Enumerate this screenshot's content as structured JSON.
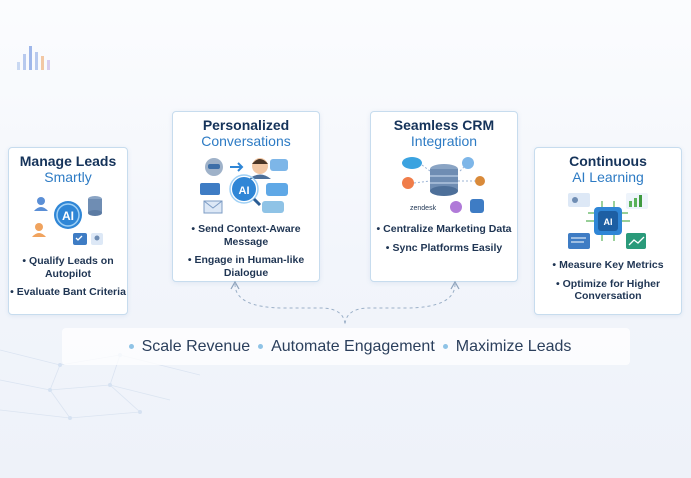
{
  "cards": [
    {
      "title": "Manage Leads",
      "subtitle": "Smartly",
      "icon": "lead-management-icon",
      "bullets": [
        "Qualify Leads on Autopilot",
        "Evaluate Bant Criteria"
      ]
    },
    {
      "title": "Personalized",
      "subtitle": "Conversations",
      "icon": "ai-conversation-icon",
      "bullets": [
        "Send Context-Aware Message",
        "Engage in Human-like Dialogue"
      ]
    },
    {
      "title": "Seamless CRM",
      "subtitle": "Integration",
      "icon": "crm-integration-icon",
      "bullets": [
        "Centralize Marketing Data",
        "Sync Platforms Easily"
      ]
    },
    {
      "title": "Continuous",
      "subtitle": "AI Learning",
      "icon": "ai-learning-icon",
      "bullets": [
        "Measure Key Metrics",
        "Optimize for Higher Conversation"
      ]
    }
  ],
  "footer": {
    "items": [
      "Scale Revenue",
      "Automate Engagement",
      "Maximize Leads"
    ]
  },
  "icon_labels": {
    "ai": "AI",
    "zendesk": "zendesk"
  },
  "colors": {
    "title": "#15335a",
    "subtitle": "#2d7bc4",
    "card_border": "#c7dcee",
    "accent_blue": "#2f86d6",
    "footer_dot": "#8fc3e6"
  }
}
